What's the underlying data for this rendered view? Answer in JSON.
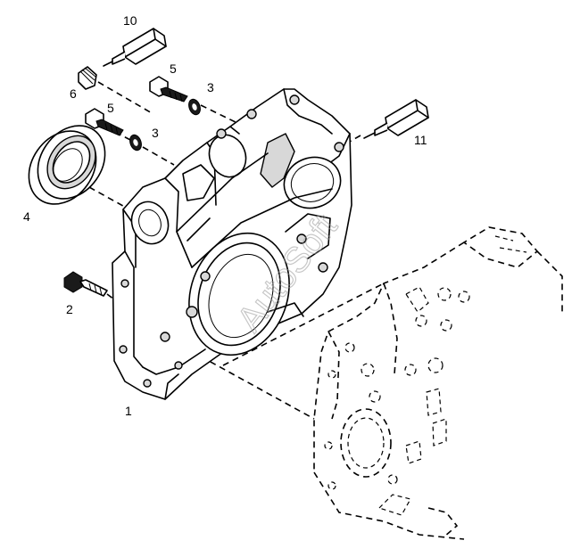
{
  "callouts": {
    "c1": "1",
    "c2": "2",
    "c3a": "3",
    "c3b": "3",
    "c4": "4",
    "c5a": "5",
    "c5b": "5",
    "c6": "6",
    "c10": "10",
    "c11": "11"
  },
  "watermark": "AutoSoft",
  "colors": {
    "line": "#000000",
    "background": "#ffffff",
    "watermark": "#9a9a9a"
  }
}
